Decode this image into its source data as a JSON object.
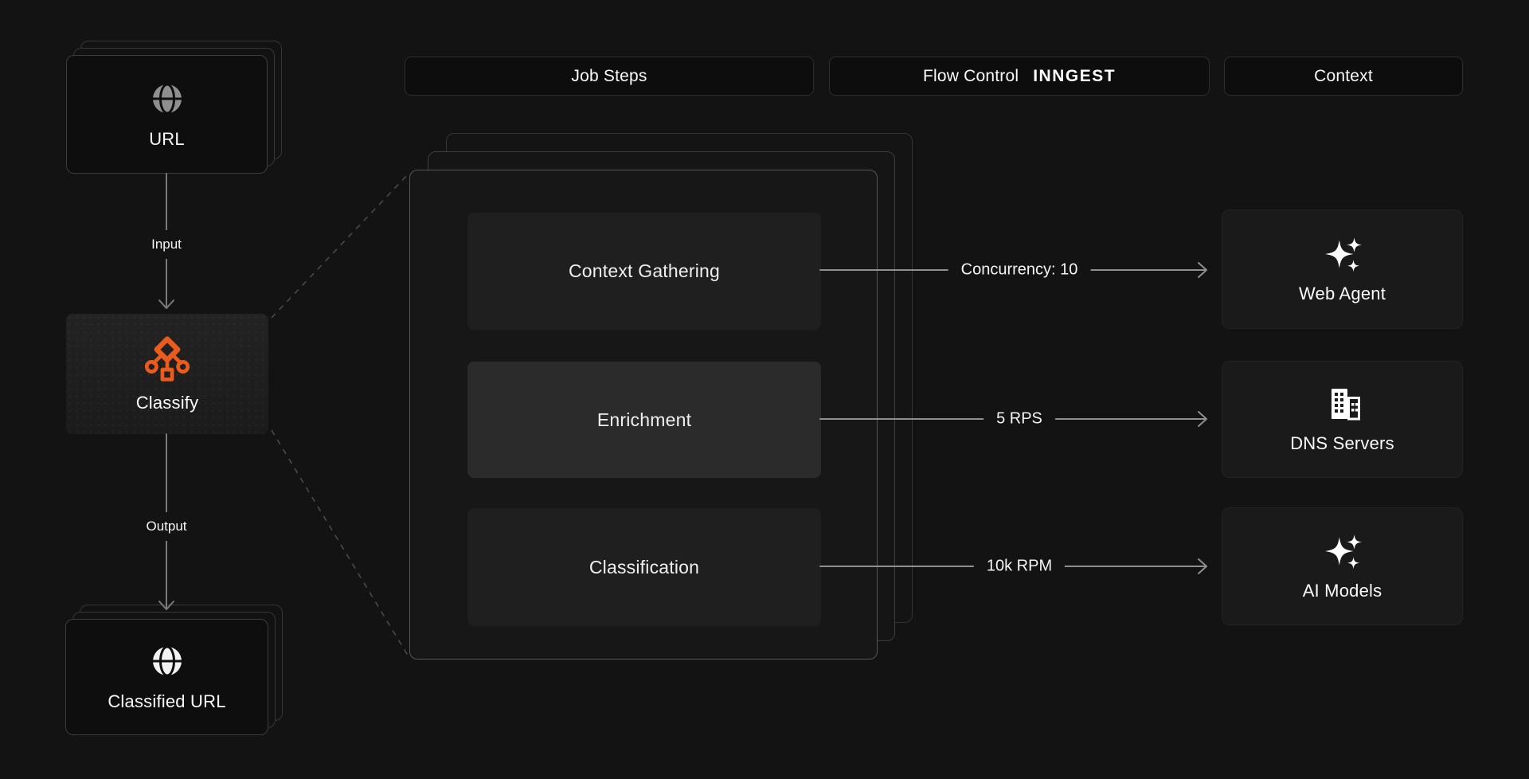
{
  "colors": {
    "background": "#131313",
    "accent_orange": "#EA5B1E",
    "arrow_gray": "#8F8F8F",
    "panel_border": "#565656"
  },
  "headers": [
    {
      "label": "Job Steps"
    },
    {
      "label": "Flow Control",
      "logo": "INNGEST"
    },
    {
      "label": "Context"
    }
  ],
  "pipeline": {
    "input_card": {
      "label": "URL",
      "icon": "globe-icon"
    },
    "input_edge_label": "Input",
    "processor_card": {
      "label": "Classify",
      "icon": "classify-branch-icon"
    },
    "output_edge_label": "Output",
    "output_card": {
      "label": "Classified URL",
      "icon": "globe-icon"
    }
  },
  "steps": [
    {
      "label": "Context Gathering",
      "flow_control_label": "Concurrency: 10",
      "context_card": {
        "label": "Web Agent",
        "icon": "sparkles-icon"
      }
    },
    {
      "label": "Enrichment",
      "flow_control_label": "5 RPS",
      "context_card": {
        "label": "DNS Servers",
        "icon": "buildings-icon"
      }
    },
    {
      "label": "Classification",
      "flow_control_label": "10k RPM",
      "context_card": {
        "label": "AI Models",
        "icon": "sparkles-icon"
      }
    }
  ]
}
